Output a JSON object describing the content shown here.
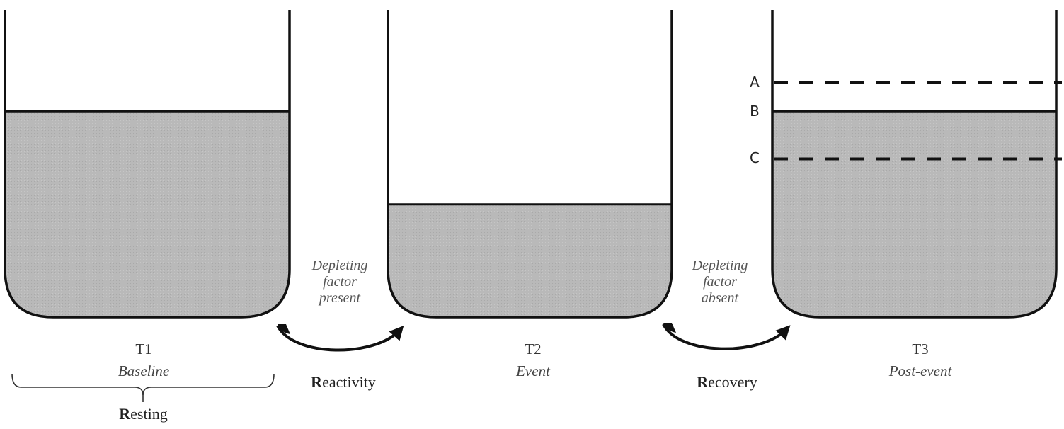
{
  "colors": {
    "fill": "#b9b9b9",
    "outline": "#111111",
    "background": "#ffffff"
  },
  "beakers": [
    {
      "time": "T1",
      "phase": "Baseline",
      "fill_level": 0.67
    },
    {
      "time": "T2",
      "phase": "Event",
      "fill_level": 0.367
    },
    {
      "time": "T3",
      "phase": "Post-event",
      "fill_level": 0.67,
      "levels": [
        {
          "label": "A",
          "style": "dashed",
          "level": 0.765
        },
        {
          "label": "B",
          "style": "solid",
          "level": 0.67
        },
        {
          "label": "C",
          "style": "dashed",
          "level": 0.515
        }
      ]
    }
  ],
  "transitions": [
    {
      "factor_lines": [
        "Depleting",
        "factor",
        "present"
      ],
      "process_initial": "R",
      "process_rest": "eactivity"
    },
    {
      "factor_lines": [
        "Depleting",
        "factor",
        "absent"
      ],
      "process_initial": "R",
      "process_rest": "ecovery"
    }
  ],
  "resting": {
    "initial": "R",
    "rest": "esting"
  }
}
